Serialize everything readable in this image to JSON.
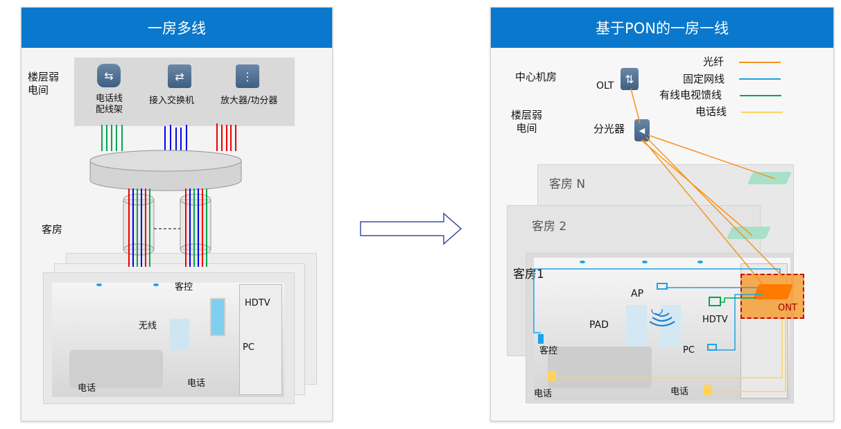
{
  "left": {
    "title": "一房多线",
    "floor_room": "楼层弱\n电间",
    "devices": [
      {
        "label": "电话线\n配线架"
      },
      {
        "label": "接入交换机"
      },
      {
        "label": "放大器/功分器"
      }
    ],
    "guest_room": "客房",
    "room_labels": {
      "control": "客控",
      "wireless": "无线",
      "hdtv": "HDTV",
      "pc": "PC",
      "phone1": "电话",
      "phone2": "电话"
    }
  },
  "right": {
    "title": "基于PON的一房一线",
    "center_room": "中心机房",
    "floor_room": "楼层弱\n电间",
    "olt": "OLT",
    "splitter": "分光器",
    "legend": [
      {
        "label": "光纤",
        "color": "#f7941d"
      },
      {
        "label": "固定网线",
        "color": "#1aa3e8"
      },
      {
        "label": "有线电视馈线",
        "color": "#00a651"
      },
      {
        "label": "电话线",
        "color": "#ffd45a"
      }
    ],
    "rooms": [
      "客房 N",
      "客房 2",
      "客房1"
    ],
    "room_labels": {
      "ap": "AP",
      "pad": "PAD",
      "hdtv": "HDTV",
      "ont": "ONT",
      "control": "客控",
      "pc": "PC",
      "phone1": "电话",
      "phone2": "电话"
    }
  }
}
